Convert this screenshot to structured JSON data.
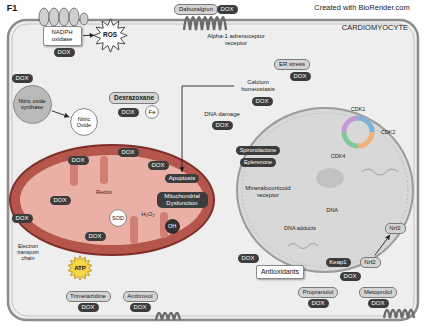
{
  "diagram": {
    "nodes": [
      {
        "text": [
          "Dabuzalgron"
        ]
      },
      {
        "text": [
          "DOX"
        ]
      },
      {
        "text": [
          "CARDIOMYOCYTE"
        ]
      },
      {
        "text": [
          "NADPH oxidase"
        ],
        "in": 2
      },
      {
        "text": [
          "DOX"
        ],
        "in": 2
      },
      {
        "text": [
          "ROS"
        ],
        "in": 2
      },
      {
        "text": [
          "Alpha-1 adrenoceptor receptor"
        ],
        "in": 2
      },
      {
        "text": [
          "ER stress"
        ],
        "in": 2
      },
      {
        "text": [
          "DOX"
        ],
        "in": 2
      },
      {
        "text": [
          "Calcium homeostasis"
        ],
        "in": 2
      },
      {
        "text": [
          "DOX"
        ],
        "in": 2
      },
      {
        "text": [
          "Nitric oxide synthase"
        ],
        "in": 2
      },
      {
        "text": [
          "DOX"
        ],
        "in": 2
      },
      {
        "text": [
          "Nitric Oxide"
        ],
        "in": 2
      },
      {
        "text": [
          "Dexrazoxane"
        ],
        "in": 2
      },
      {
        "text": [
          "DOX"
        ],
        "in": 2
      },
      {
        "text": [
          "Fe"
        ],
        "in": 2
      },
      {
        "text": [
          "DNA damage"
        ],
        "in": 2
      },
      {
        "text": [
          "DOX"
        ],
        "in": 2
      },
      {
        "text": [
          "Spironolactone"
        ],
        "in": 2
      },
      {
        "text": [
          "Eplerenone"
        ],
        "in": 2
      },
      {
        "text": [
          "Mineralocorticoid receptor"
        ],
        "in": 2
      },
      {
        "text": [
          "Nrf2"
        ],
        "in": 2
      },
      {
        "text": [
          "Keap1"
        ],
        "in": 2
      },
      {
        "text": [
          "Nrf2"
        ],
        "in": 2
      },
      {
        "text": [
          "DOX"
        ],
        "in": 2
      },
      {
        "text": [
          "DOX"
        ],
        "in": 2
      },
      {
        "text": [
          "DOX"
        ],
        "in": 2
      },
      {
        "text": [
          "DOX"
        ],
        "in": 2
      },
      {
        "text": [
          "Apoptosis"
        ],
        "in": 2
      },
      {
        "text": [
          "Mitochondrial Dysfunction"
        ],
        "in": 2
      },
      {
        "text": [
          "DOX"
        ],
        "in": 2
      },
      {
        "text": [
          "SOD"
        ],
        "in": 2
      },
      {
        "text": [
          "H₂O₂"
        ],
        "in": 2
      },
      {
        "text": [
          "OH"
        ],
        "in": 2
      },
      {
        "text": [
          "DOX"
        ],
        "in": 2
      },
      {
        "text": [
          "DOX"
        ],
        "in": 2
      },
      {
        "text": [
          "Electron transport chain"
        ],
        "in": 2
      },
      {
        "text": [
          "ATP"
        ],
        "in": 2
      },
      {
        "text": [
          "DOX"
        ],
        "in": 2
      },
      {
        "text": [
          "Antioxidants"
        ],
        "in": 2
      },
      {
        "text": [
          "Trimetazidine"
        ],
        "in": 2
      },
      {
        "text": [
          "DOX"
        ],
        "in": 2
      },
      {
        "text": [
          "Ambroxol"
        ],
        "in": 2
      },
      {
        "text": [
          "DOX"
        ],
        "in": 2
      },
      {
        "text": [
          "Propranolol"
        ],
        "in": 2
      },
      {
        "text": [
          "DOX"
        ],
        "in": 2
      },
      {
        "text": [
          "Metoprolol"
        ],
        "in": 2
      },
      {
        "text": [
          "DOX"
        ],
        "in": 2
      }
    ],
    "edges": [
      {
        "from": 3,
        "to": 5,
        "arrow": "to"
      },
      {
        "from": 11,
        "to": 13,
        "arrow": "to"
      },
      {
        "from": 9,
        "to": 29,
        "arrow": "to"
      },
      {
        "from": 24,
        "to": 22,
        "arrow": "to"
      }
    ],
    "labels": [
      "F1",
      "Created with BioRender.com",
      "Redox",
      "DNA adducts",
      "DNA",
      "CDK1",
      "CDK2",
      "CDK4"
    ]
  }
}
